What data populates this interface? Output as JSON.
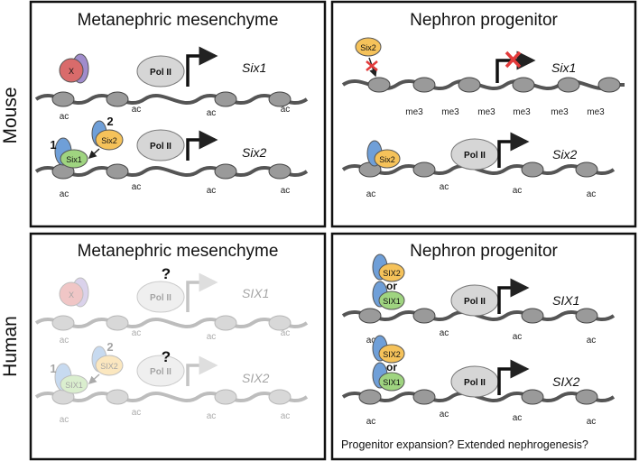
{
  "row_labels": {
    "top": "Mouse",
    "bottom": "Human"
  },
  "panels": {
    "mouse_mm": {
      "title": "Metanephric mesenchyme",
      "gene1": "Six1",
      "gene2": "Six2",
      "factor_x": "X",
      "factor_six2": "Six2",
      "factor_six1": "Six1",
      "step1": "1",
      "step2": "2",
      "pol": "Pol II",
      "mark": "ac"
    },
    "mouse_np": {
      "title": "Nephron progenitor",
      "gene1": "Six1",
      "gene2": "Six2",
      "factor_six2": "Six2",
      "pol": "Pol II",
      "mark_ac": "ac",
      "mark_me3": "me3"
    },
    "human_mm": {
      "title": "Metanephric mesenchyme",
      "gene1": "SIX1",
      "gene2": "SIX2",
      "factor_x": "X",
      "factor_six2": "SIX2",
      "factor_six1": "SIX1",
      "step1": "1",
      "step2": "2",
      "pol": "Pol II",
      "mark": "ac",
      "question": "?"
    },
    "human_np": {
      "title": "Nephron progenitor",
      "gene1": "SIX1",
      "gene2": "SIX2",
      "factor_six2": "SIX2",
      "factor_six1": "SIX1",
      "or": "or",
      "pol": "Pol II",
      "mark": "ac",
      "footer": "Progenitor expansion? Extended nephrogenesis?"
    }
  },
  "colors": {
    "six2": "#f5c25a",
    "six1": "#9fd480",
    "x": "#d96b6b",
    "blue": "#6f9fd8",
    "purple": "#a08ccc",
    "pol": "#d6d6d6",
    "dna": "#555555",
    "red_x": "#e23b3b"
  }
}
